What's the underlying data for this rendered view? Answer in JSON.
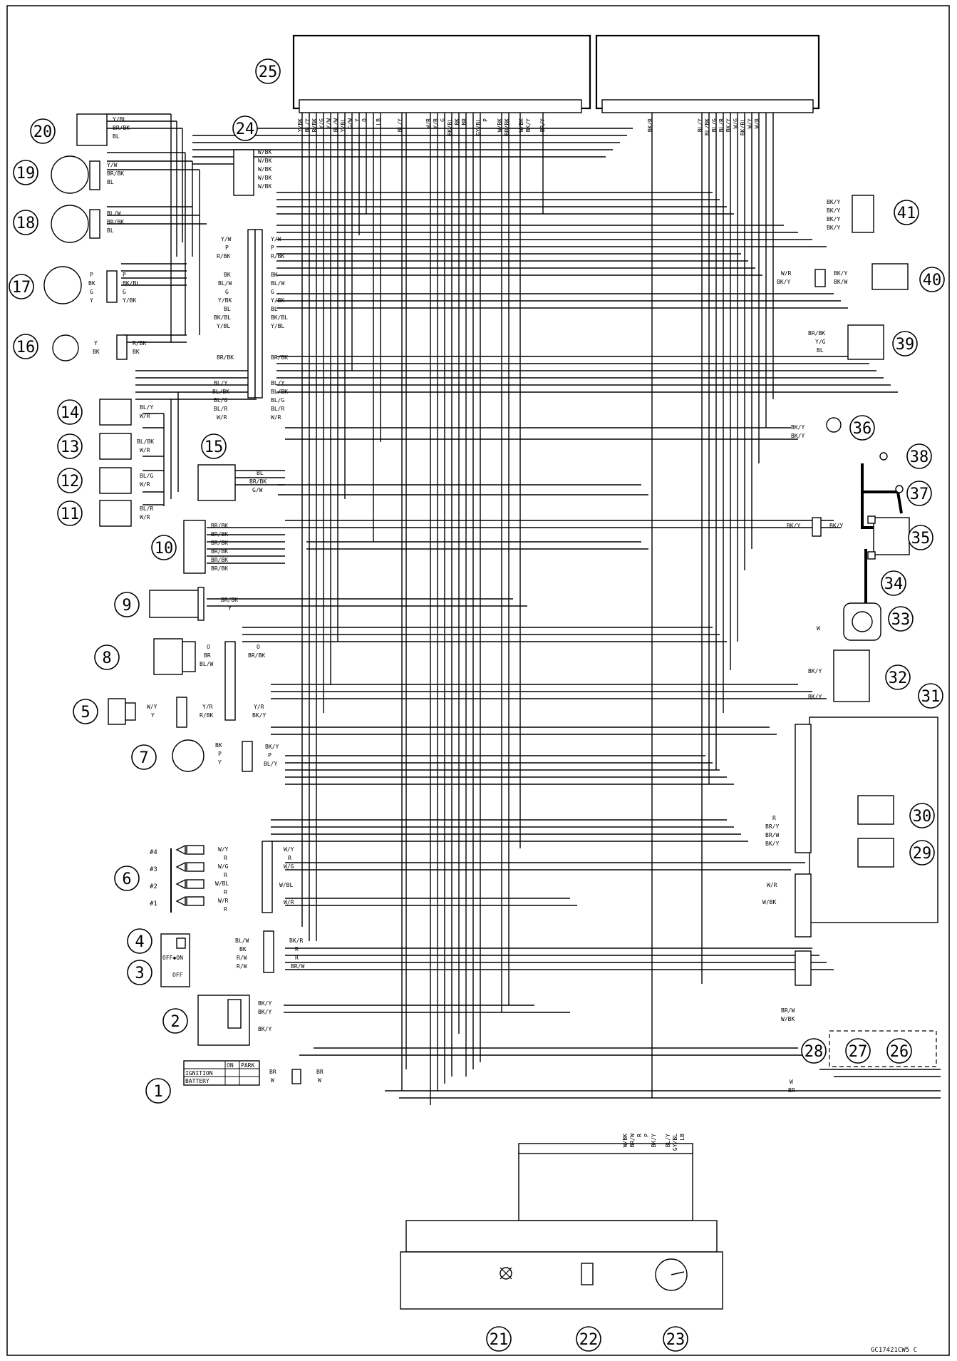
{
  "document_code": "GC17421CW5 C",
  "ecu_top_pins": [
    "Y/BK",
    "BL/Y",
    "R/BK",
    "Y/G",
    "Y/W",
    "BL/W",
    "Y/BL",
    "G/W",
    "Y",
    "O",
    "LB",
    "BL/Y",
    "W/R",
    "Y/R",
    "G",
    "BK/BL",
    "BK",
    "BR",
    "GY/BL",
    "P",
    "W/BK",
    "BR/BK",
    "W/BK",
    "BK/Y",
    "BR/Y",
    "BK/R",
    "BL/Y",
    "BL/BK",
    "BL/G",
    "BL/R",
    "BK/Y",
    "W/G",
    "BK/BL",
    "W/Y",
    "W/R"
  ],
  "meter_pins": [
    "W/BK",
    "BR/W",
    "R",
    "P",
    "BK/Y",
    "BL/Y",
    "GY/BL",
    "LB"
  ],
  "callouts": [
    "1",
    "2",
    "3",
    "4",
    "5",
    "6",
    "7",
    "8",
    "9",
    "10",
    "11",
    "12",
    "13",
    "14",
    "15",
    "16",
    "17",
    "18",
    "19",
    "20",
    "21",
    "22",
    "23",
    "24",
    "25",
    "26",
    "27",
    "28",
    "29",
    "30",
    "31",
    "32",
    "33",
    "34",
    "35",
    "36",
    "37",
    "38",
    "39",
    "40",
    "41"
  ],
  "ignition_switch": {
    "header_on": "ON",
    "header_park": "PARK",
    "row_ignition": "IGNITION",
    "row_battery": "BATTERY"
  },
  "switch_3": {
    "off_on": "OFF◆ON",
    "off": "OFF"
  },
  "injector_labels": [
    "#4",
    "#3",
    "#2",
    "#1"
  ],
  "colors": {
    "ink": "#000000",
    "paper": "#ffffff"
  }
}
